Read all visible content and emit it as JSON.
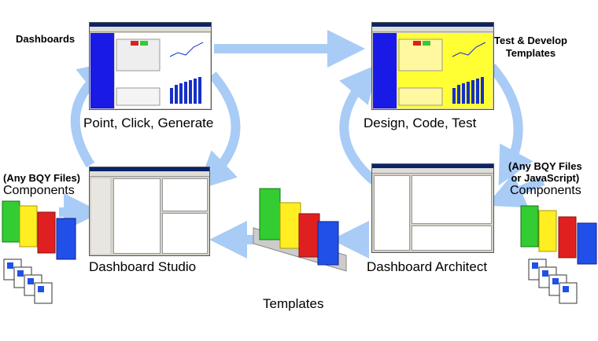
{
  "labels": {
    "dashboards": "Dashboards",
    "test_develop": "Test & Develop\nTemplates",
    "point_click": "Point, Click, Generate",
    "design_code": "Design, Code, Test",
    "left_paren": "(Any BQY Files)",
    "left_components": "Components",
    "right_paren": "(Any BQY Files\nor JavaScript)",
    "right_components": "Components",
    "dashboard_studio": "Dashboard Studio",
    "dashboard_architect": "Dashboard Architect",
    "templates": "Templates"
  },
  "colors": {
    "arrow": "#a8ccf5",
    "sidebar_blue": "#1a1ae6",
    "yellow_bg": "#ffff33",
    "bar_blue": "#1530c8",
    "brick_green": "#33cc33",
    "brick_yellow": "#ffee22",
    "brick_red": "#e02020",
    "brick_blue": "#2050e8"
  }
}
